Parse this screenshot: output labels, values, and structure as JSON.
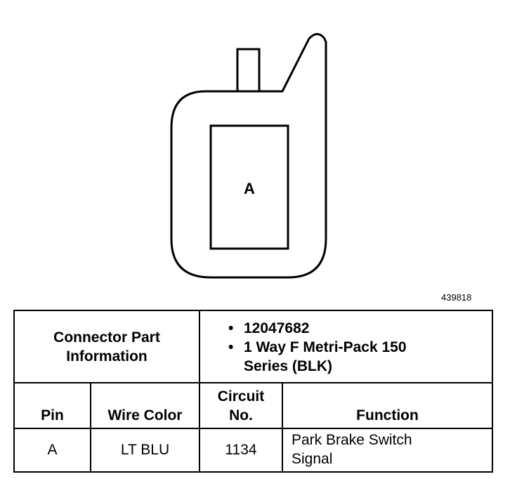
{
  "connector": {
    "pin_label": "A",
    "figure_id": "439818"
  },
  "part_info": {
    "label": "Connector Part Information",
    "part_number": "12047682",
    "description": "1 Way F Metri-Pack 150 Series (BLK)"
  },
  "columns": {
    "pin": "Pin",
    "wire_color": "Wire Color",
    "circuit": "Circuit No.",
    "function": "Function"
  },
  "rows": [
    {
      "pin": "A",
      "wire_color": "LT BLU",
      "circuit": "1134",
      "function": "Park Brake Switch Signal"
    }
  ]
}
